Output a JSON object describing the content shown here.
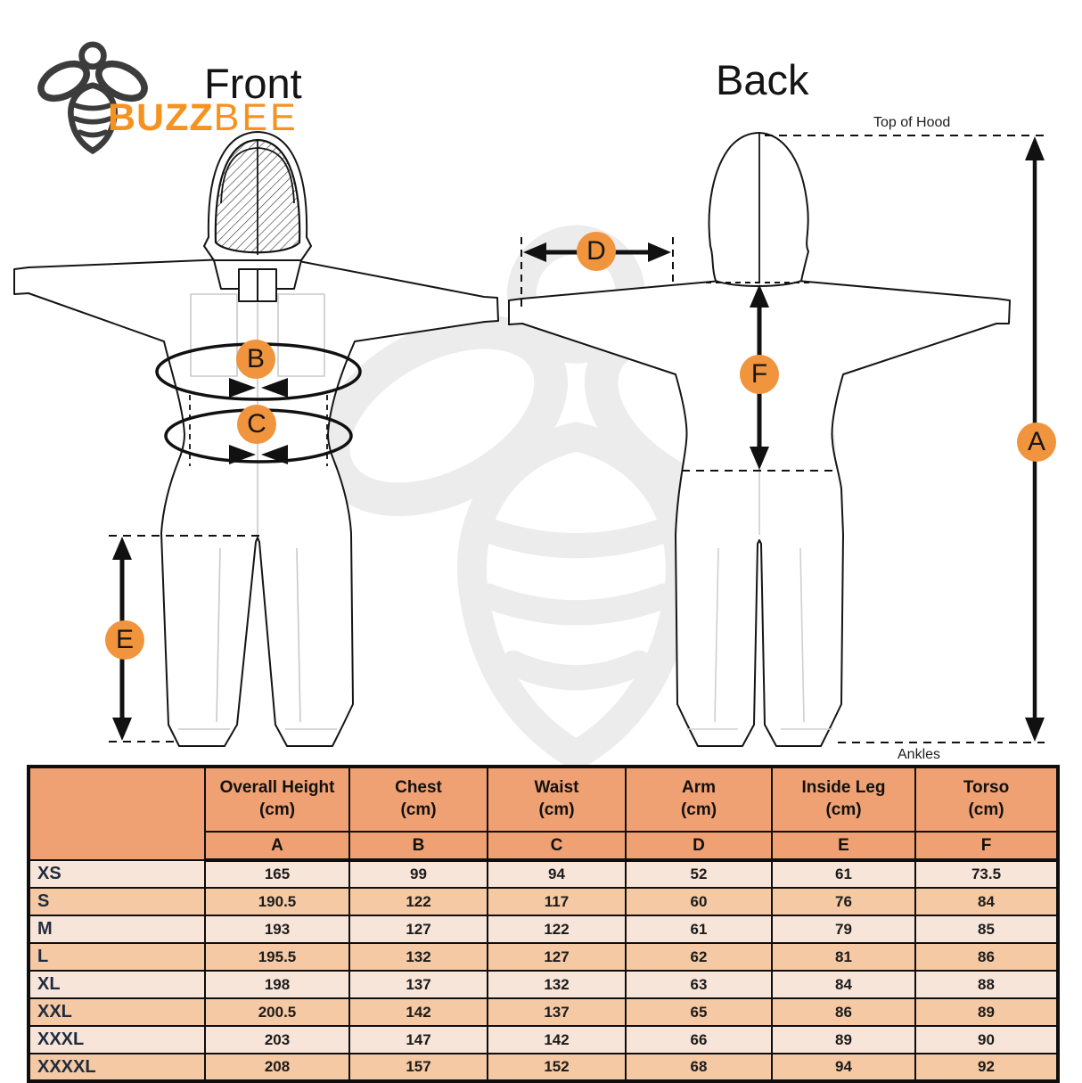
{
  "header": {
    "front_title": "Front",
    "back_title": "Back",
    "brand_bold": "BUZZ",
    "brand_light": "BEE",
    "brand_color": "#f6921e",
    "logo_icon": "bee-icon"
  },
  "diagram": {
    "top_of_hood_label": "Top of Hood",
    "ankles_label": "Ankles",
    "marker_color": "#f0943e",
    "markers": {
      "a": "A",
      "b": "B",
      "c": "C",
      "d": "D",
      "e": "E",
      "f": "F"
    }
  },
  "table": {
    "colors": {
      "header_bg": "#efa173",
      "row_light": "#f8e5d9",
      "row_dark": "#f5c9a3",
      "border": "#0e0e0e"
    },
    "columns": [
      {
        "label": "Overall Height",
        "unit": "(cm)",
        "letter": "A"
      },
      {
        "label": "Chest",
        "unit": "(cm)",
        "letter": "B"
      },
      {
        "label": "Waist",
        "unit": "(cm)",
        "letter": "C"
      },
      {
        "label": "Arm",
        "unit": "(cm)",
        "letter": "D"
      },
      {
        "label": "Inside Leg",
        "unit": "(cm)",
        "letter": "E"
      },
      {
        "label": "Torso",
        "unit": "(cm)",
        "letter": "F"
      }
    ],
    "rows": [
      {
        "size": "XS",
        "values": [
          "165",
          "99",
          "94",
          "52",
          "61",
          "73.5"
        ]
      },
      {
        "size": "S",
        "values": [
          "190.5",
          "122",
          "117",
          "60",
          "76",
          "84"
        ]
      },
      {
        "size": "M",
        "values": [
          "193",
          "127",
          "122",
          "61",
          "79",
          "85"
        ]
      },
      {
        "size": "L",
        "values": [
          "195.5",
          "132",
          "127",
          "62",
          "81",
          "86"
        ]
      },
      {
        "size": "XL",
        "values": [
          "198",
          "137",
          "132",
          "63",
          "84",
          "88"
        ]
      },
      {
        "size": "XXL",
        "values": [
          "200.5",
          "142",
          "137",
          "65",
          "86",
          "89"
        ]
      },
      {
        "size": "XXXL",
        "values": [
          "203",
          "147",
          "142",
          "66",
          "89",
          "90"
        ]
      },
      {
        "size": "XXXXL",
        "values": [
          "208",
          "157",
          "152",
          "68",
          "94",
          "92"
        ]
      }
    ]
  }
}
